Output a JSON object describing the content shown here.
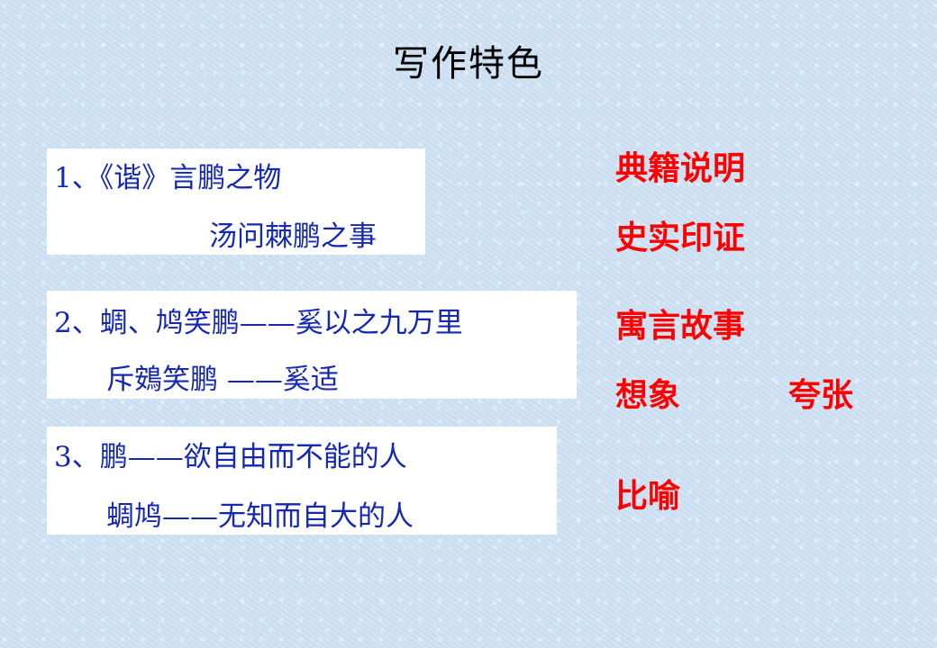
{
  "slide": {
    "title": "写作特色"
  },
  "boxes": [
    {
      "lines": [
        "1、《谐》言鹏之物",
        "汤问棘鹏之事"
      ]
    },
    {
      "lines": [
        "2、蜩、鸠笑鹏——奚以之九万里",
        "斥鴳笑鹏 ——奚适"
      ]
    },
    {
      "lines": [
        "3、鹏——欲自由而不能的人",
        "蜩鸠——无知而自大的人"
      ]
    }
  ],
  "notes": {
    "dianji": "典籍说明",
    "shishi": "史实印证",
    "yuyan": "寓言故事",
    "xiangxiang": "想象",
    "kuazhang": "夸张",
    "biyu": "比喻"
  },
  "colors": {
    "background": "#cfe2f3",
    "box_text": "#1428b4",
    "note_text": "#ff0000",
    "title_text": "#000000"
  }
}
